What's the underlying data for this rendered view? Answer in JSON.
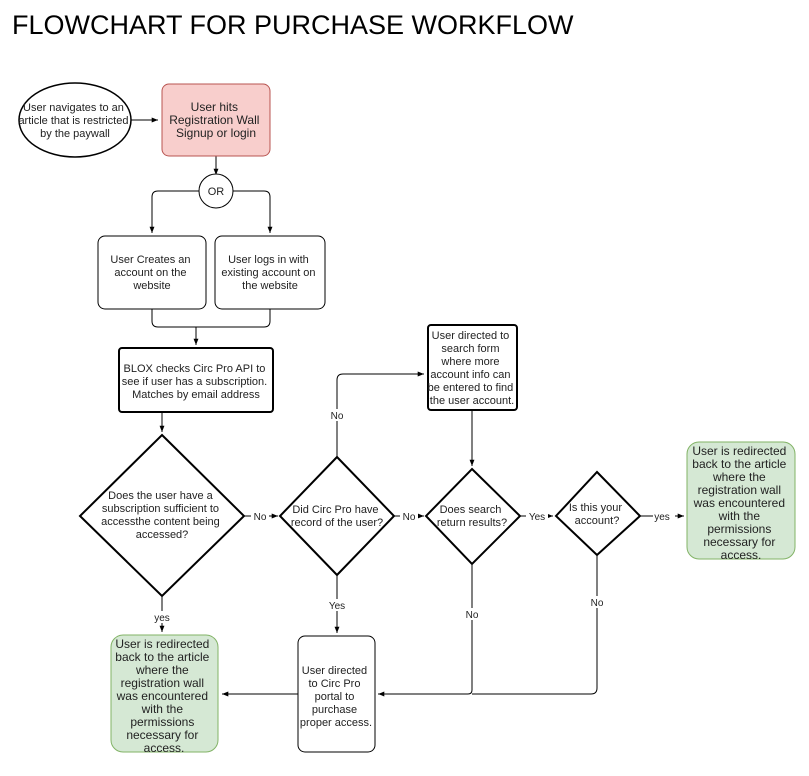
{
  "title": "FLOWCHART FOR PURCHASE WORKFLOW",
  "colors": {
    "registration_fill": "#f8cecc",
    "registration_stroke": "#b85450",
    "success_fill": "#d5e8d4",
    "success_stroke": "#82b366",
    "line": "#000000"
  },
  "nodes": {
    "start": [
      "User navigates to an",
      "article that is restricted",
      "by the paywall"
    ],
    "registration_wall": [
      "User hits",
      "Registration Wall",
      "Signup or login"
    ],
    "or_connector": [
      "OR"
    ],
    "create_account": [
      "User Creates an",
      "account on the",
      "website"
    ],
    "login_existing": [
      "User logs in with",
      "existing  account on",
      "the website"
    ],
    "blox_check": [
      "BLOX checks Circ Pro API to",
      "see if user has a subscription.",
      "Matches by email address"
    ],
    "decision_subscription": [
      "Does the user have a",
      "subscription sufficient to",
      "accessthe content being",
      "accessed?"
    ],
    "decision_circ_record": [
      "Did Circ Pro have",
      "record of the user?"
    ],
    "search_form": [
      "User directed to",
      "search form",
      "where more",
      "account info can",
      "be entered to find",
      "the user account."
    ],
    "decision_search_results": [
      "Does search",
      "return results?"
    ],
    "decision_your_account": [
      "Is this your",
      "account?"
    ],
    "redirect_top": [
      "User is redirected",
      "back to the article",
      "where the",
      "registration wall",
      "was encountered",
      "with the",
      "permissions",
      "necessary for",
      "access."
    ],
    "redirect_bottom": [
      "User is redirected",
      "back to the article",
      "where the",
      "registration wall",
      "was encountered",
      "with the",
      "permissions",
      "necessary for",
      "access."
    ],
    "purchase_portal": [
      "User directed",
      "to Circ Pro",
      "portal to",
      "purchase",
      "proper access."
    ]
  },
  "edge_labels": {
    "sub_no": "No",
    "sub_yes": "yes",
    "circ_no_right": "No",
    "circ_no_up": "No",
    "circ_yes": "Yes",
    "search_yes": "Yes",
    "search_no": "No",
    "account_yes": "yes",
    "account_no": "No"
  }
}
